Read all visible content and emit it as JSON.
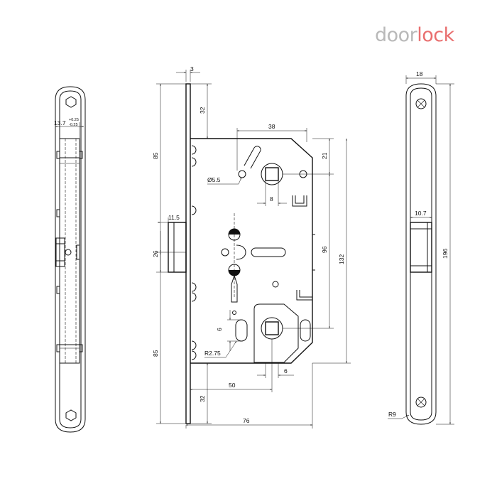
{
  "logo": {
    "part1": "door",
    "part2": "lock",
    "color_part1": "#b9b9b9",
    "color_part2": "#e96f6f"
  },
  "dimensions": {
    "front_plate": {
      "width": "13.7",
      "tol_plus": "+0.25",
      "tol_minus": "-0.25"
    },
    "lock_body": {
      "plate_thickness": "3",
      "top_offset": "32",
      "top_section": "85",
      "bottom_section": "85",
      "bottom_offset": "32",
      "latch_offset": "11.5",
      "latch_height": "26",
      "spindle_offset": "38",
      "hole_diameter": "Ø5.5",
      "spindle_square": "8",
      "top_distance": "21",
      "spindle_to_thumbturn": "96",
      "body_height": "132",
      "backset": "50",
      "body_depth": "76",
      "slot_height": "6",
      "radius": "R2.75",
      "lower_square": "6"
    },
    "strike_plate": {
      "width": "18",
      "latch_hole_width": "10.7",
      "height": "196",
      "radius": "R9"
    }
  }
}
